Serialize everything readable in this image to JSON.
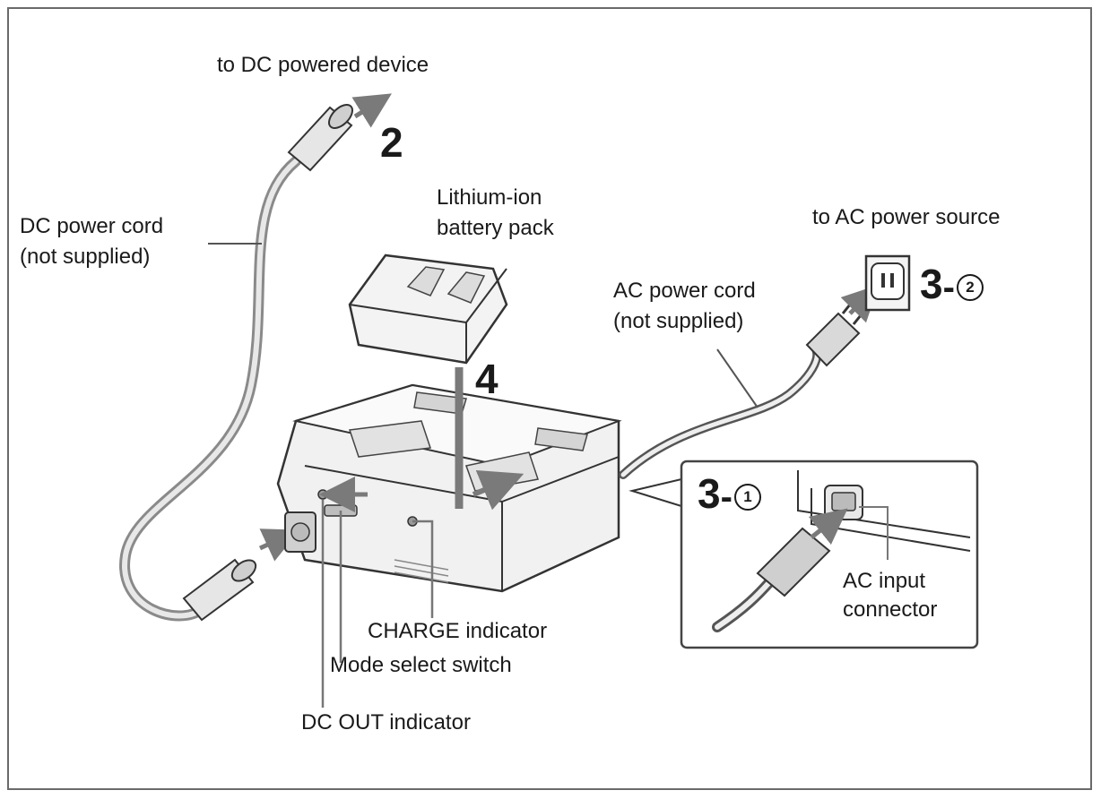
{
  "labels": {
    "dc_device": "to DC powered device",
    "dc_cord_line1": "DC power cord",
    "dc_cord_line2": "(not supplied)",
    "battery_line1": "Lithium-ion",
    "battery_line2": "battery pack",
    "ac_source": "to AC power source",
    "ac_cord_line1": "AC power cord",
    "ac_cord_line2": "(not supplied)",
    "ac_input_line1": "AC input",
    "ac_input_line2": "connector",
    "charge_indicator": "CHARGE indicator",
    "mode_switch": "Mode select switch",
    "dc_out_indicator": "DC OUT indicator"
  },
  "steps": {
    "step2": "2",
    "step4": "4",
    "step3_2_num": "3",
    "step3_2_circ": "2",
    "step3_1_num": "3",
    "step3_1_circ": "1"
  }
}
